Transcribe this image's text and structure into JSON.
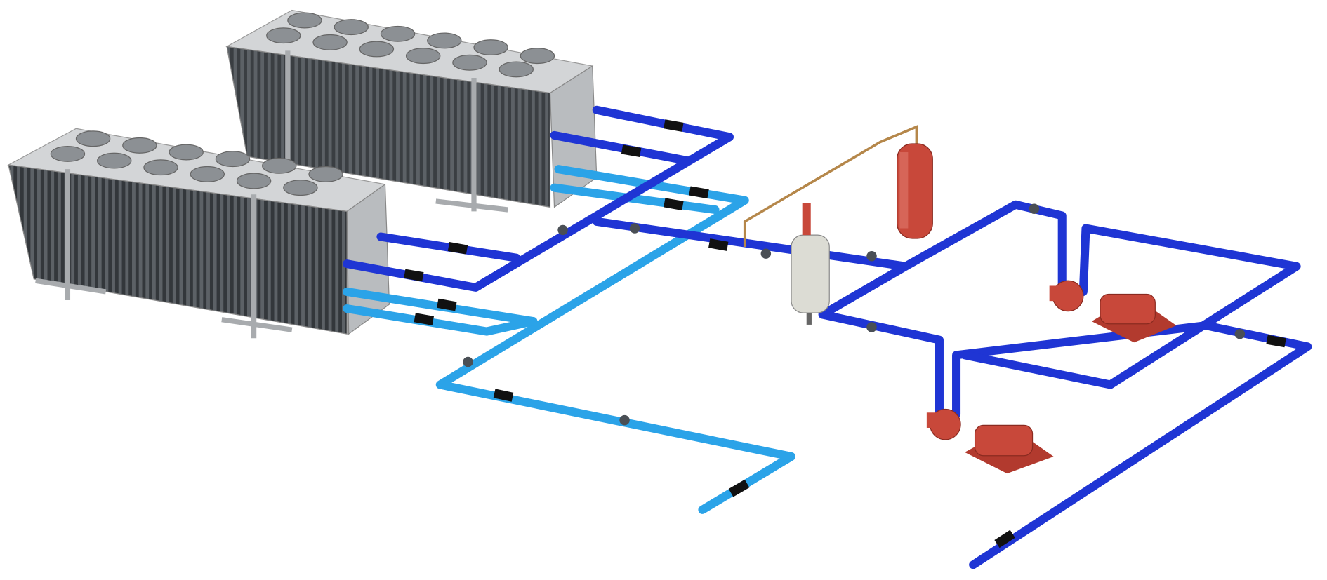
{
  "scene": {
    "title": "",
    "colors": {
      "supply_pipe": "#1f35d4",
      "return_pipe": "#2ba3e8",
      "equipment_red": "#c8483a",
      "cooler_grey": "#b9bcbf",
      "copper": "#b5874a"
    },
    "components": [
      "dry-cooler",
      "dry-cooler",
      "air-dirt-separator",
      "expansion-tank",
      "pump",
      "pump"
    ]
  }
}
